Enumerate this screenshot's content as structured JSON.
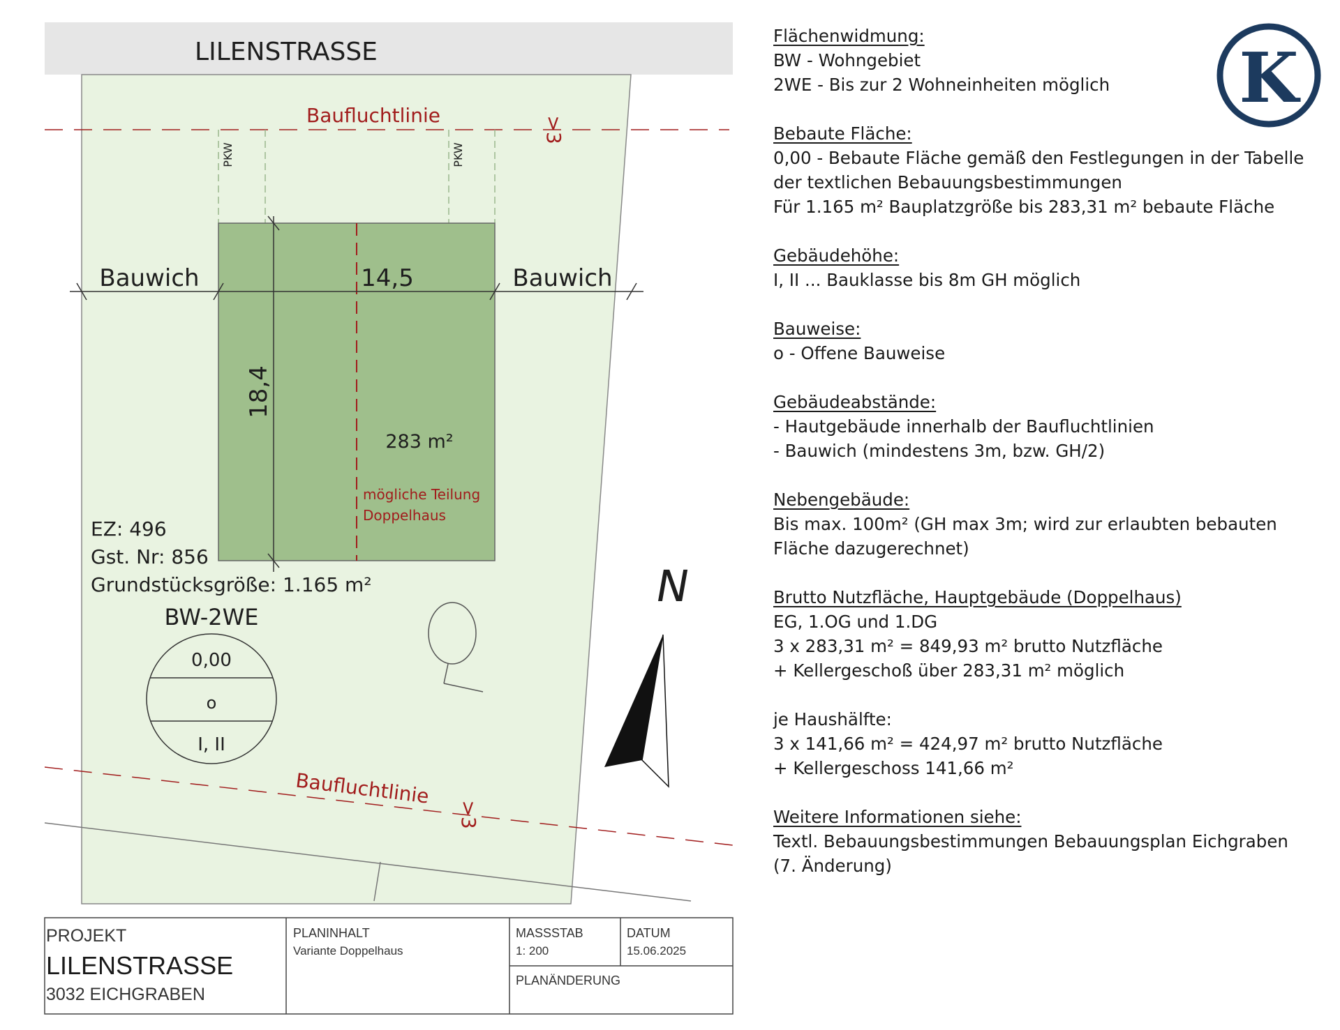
{
  "street": "LILENSTRASSE",
  "plan": {
    "building_line_top": "Baufluchtlinie",
    "building_line_bottom": "Baufluchtlinie",
    "setback_marker_top": ">3",
    "setback_marker_bottom": ">3",
    "parking_left": "PKW",
    "parking_right": "PKW",
    "bauwich_left": "Bauwich",
    "bauwich_right": "Bauwich",
    "width_dim": "14,5",
    "depth_dim": "18,4",
    "area": "283 m²",
    "division_line1": "mögliche Teilung",
    "division_line2": "Doppelhaus",
    "ez": "EZ: 496",
    "gst": "Gst. Nr: 856",
    "plot_size": "Grundstücksgröße: 1.165 m²",
    "zoning_code": "BW-2WE",
    "zoning_circle": [
      "0,00",
      "o",
      "I, II"
    ],
    "north": "N"
  },
  "legend": [
    {
      "heading": "Flächenwidmung:",
      "lines": [
        {
          "b": "BW",
          "t": " - Wohngebiet"
        },
        {
          "b": "2WE",
          "t": " - Bis zur 2 Wohneinheiten möglich"
        }
      ]
    },
    {
      "heading": "Bebaute Fläche:",
      "lines": [
        {
          "b": "0,00",
          "t": " - Bebaute Fläche gemäß den Festlegungen in der Tabelle"
        },
        {
          "b": "",
          "t": "der textlichen Bebauungsbestimmungen"
        },
        {
          "b": "",
          "t": "Für 1.165 m² Bauplatzgröße bis 283,31 m² bebaute Fläche"
        }
      ]
    },
    {
      "heading": "Gebäudehöhe:",
      "lines": [
        {
          "b": "I, II",
          "t": " ... Bauklasse bis 8m GH möglich"
        }
      ]
    },
    {
      "heading": "Bauweise:",
      "lines": [
        {
          "b": "o",
          "t": " - Offene Bauweise"
        }
      ]
    },
    {
      "heading": "Gebäudeabstände:",
      "lines": [
        {
          "b": "",
          "t": "- Hautgebäude innerhalb der Baufluchtlinien"
        },
        {
          "b": "",
          "t": "- Bauwich (mindestens 3m, bzw. GH/2)"
        }
      ]
    },
    {
      "heading": "Nebengebäude:",
      "lines": [
        {
          "b": "",
          "t": "Bis max. 100m² (GH max 3m; wird zur erlaubten bebauten"
        },
        {
          "b": "",
          "t": "Fläche dazugerechnet)"
        }
      ]
    },
    {
      "heading": "Brutto Nutzfläche, Hauptgebäude (Doppelhaus)",
      "lines": [
        {
          "b": "",
          "t": "EG, 1.OG und 1.DG"
        },
        {
          "b": "",
          "t": "3 x 283,31 m² = 849,93 m² brutto Nutzfläche"
        },
        {
          "b": "",
          "t": "+ Kellergeschoß über 283,31 m² möglich"
        }
      ]
    },
    {
      "heading": "je Haushälfte:",
      "underline": false,
      "lines": [
        {
          "b": "",
          "t": "3 x 141,66 m² = 424,97 m² brutto Nutzfläche"
        },
        {
          "b": "",
          "t": "+ Kellergeschoss 141,66 m²"
        }
      ]
    },
    {
      "heading": "Weitere Informationen siehe:",
      "lines": [
        {
          "b": "",
          "t": "Textl. Bebauungsbestimmungen Bebauungsplan Eichgraben"
        },
        {
          "b": "",
          "t": "(7. Änderung)"
        }
      ]
    }
  ],
  "logo_letter": "K",
  "colors": {
    "plot": "#e9f3e1",
    "building": "#9fbf8c",
    "red": "#a11c1c",
    "logo": "#1c3a5e",
    "road": "#e6e6e6"
  },
  "title_block": {
    "project_label": "PROJEKT",
    "project_name": "LILENSTRASSE",
    "project_location": "3032 EICHGRABEN",
    "content_label": "PLANINHALT",
    "content_value_a": "Variante ",
    "content_value_b": "Doppelhaus",
    "scale_label": "MASSSTAB",
    "scale_value": "1: 200",
    "date_label": "DATUM",
    "date_value": "15.06.2025",
    "changes_label": "PLANÄNDERUNG"
  }
}
